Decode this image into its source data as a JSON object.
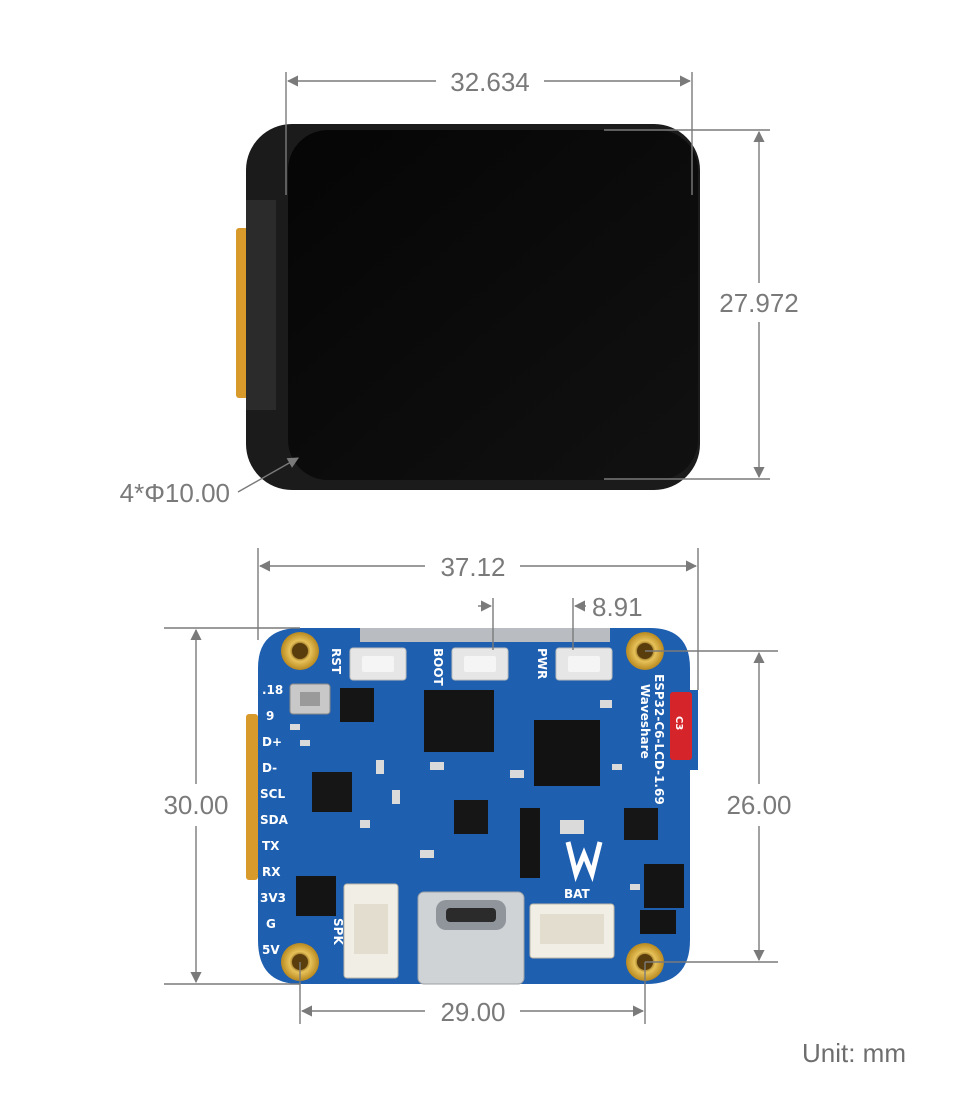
{
  "top_view": {
    "width_label": "32.634",
    "height_label": "27.972",
    "hole_label": "4*Φ10.00"
  },
  "bottom_view": {
    "width_label": "37.12",
    "offset_label": "8.91",
    "height_label": "30.00",
    "hole_v_label": "26.00",
    "hole_h_label": "29.00",
    "silkscreen": {
      "rst": "RST",
      "boot": "BOOT",
      "pwr": "PWR",
      "board_name": "ESP32-C6-LCD-1.69",
      "brand": "Waveshare",
      "spk": "SPK",
      "bat": "BAT",
      "c3": "C3",
      "pins": [
        ".18",
        "9",
        "D+",
        "D-",
        "SCL",
        "SDA",
        "TX",
        "RX",
        "3V3",
        "G",
        "5V"
      ]
    }
  },
  "unit_label": "Unit: mm",
  "colors": {
    "pcb": "#1f5fb0",
    "screen": "#000000",
    "gold": "#c9a03a",
    "dimension": "#7a7a7a"
  }
}
